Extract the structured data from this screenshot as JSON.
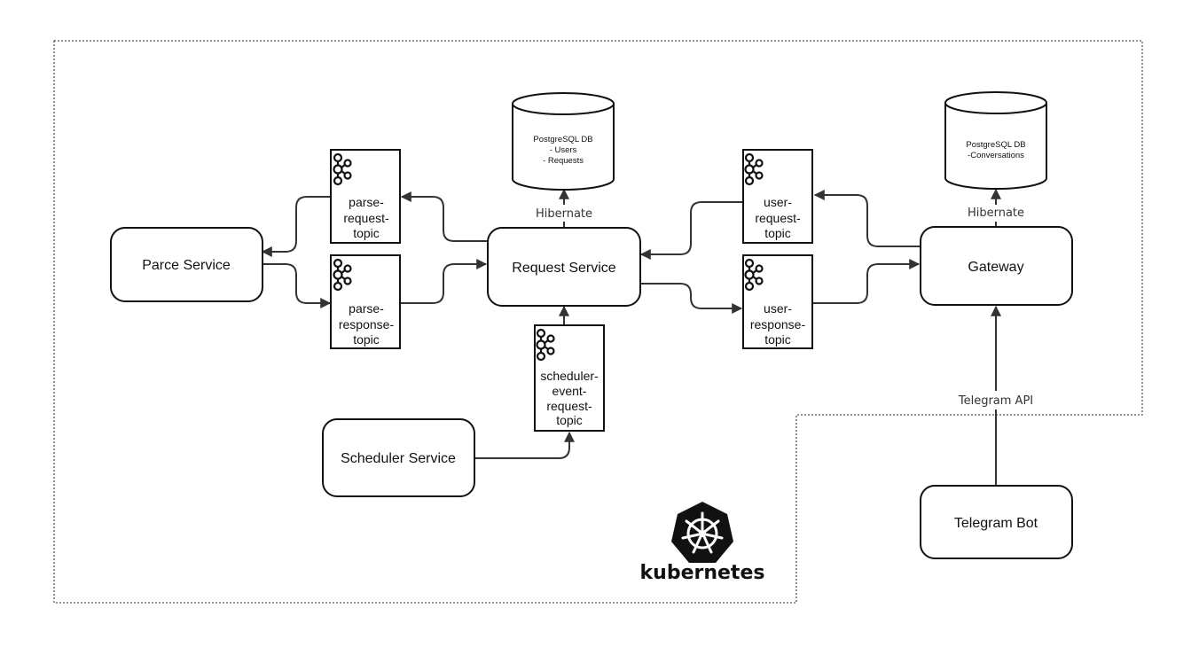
{
  "services": {
    "parce": "Parce Service",
    "request": "Request Service",
    "scheduler": "Scheduler Service",
    "gateway": "Gateway",
    "telegram_bot": "Telegram Bot"
  },
  "topics": {
    "parse_request": [
      "parse-",
      "request-",
      "topic"
    ],
    "parse_response": [
      "parse-",
      "response-",
      "topic"
    ],
    "scheduler_event": [
      "scheduler-",
      "event-",
      "request-",
      "topic"
    ],
    "user_request": [
      "user-",
      "request-",
      "topic"
    ],
    "user_response": [
      "user-",
      "response-",
      "topic"
    ]
  },
  "databases": {
    "db1": [
      "PostgreSQL DB",
      "- Users",
      "- Requests"
    ],
    "db2": [
      "PostgreSQL DB",
      "-Conversations"
    ]
  },
  "edge_labels": {
    "hibernate_1": "Hibernate",
    "hibernate_2": "Hibernate",
    "telegram_api": "Telegram API"
  },
  "kubernetes": {
    "label": "kubernetes",
    "icon": "kubernetes-icon"
  },
  "icons": {
    "topic": "kafka-icon"
  },
  "colors": {
    "stroke": "#111111",
    "edge": "#333333",
    "background": "#ffffff"
  }
}
